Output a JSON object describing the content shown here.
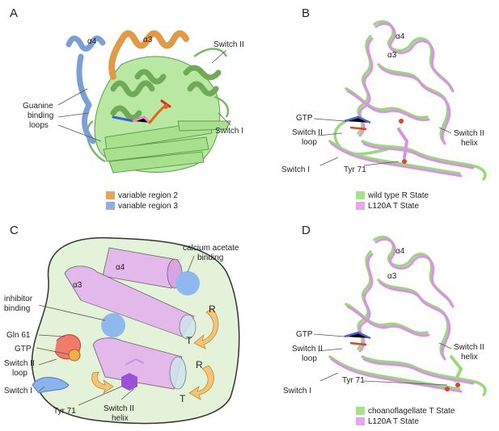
{
  "panels": {
    "a": {
      "letter": "A",
      "labels": {
        "alpha4": "α4",
        "alpha3": "α3",
        "switch2": "Switch II",
        "guanine1": "Guanine",
        "guanine2": "binding",
        "guanine3": "loops",
        "switch1": "Switch I"
      },
      "legend": [
        {
          "label": "variable region 2",
          "color": "#e9a45a"
        },
        {
          "label": "variable region 3",
          "color": "#8fb0e0"
        }
      ]
    },
    "b": {
      "letter": "B",
      "labels": {
        "alpha4": "α4",
        "alpha3": "α3",
        "gtp": "GTP",
        "sw2loop1": "Switch II",
        "sw2loop2": "loop",
        "sw2helix1": "Switch II",
        "sw2helix2": "helix",
        "switch1": "Switch I",
        "tyr": "Tyr 71"
      },
      "legend": [
        {
          "label": "wild type R State",
          "color": "#a8e08e"
        },
        {
          "label": "L120A T State",
          "color": "#e3a9e8"
        }
      ]
    },
    "c": {
      "letter": "C",
      "labels": {
        "calcium1": "calcium acetate",
        "calcium2": "binding",
        "alpha4": "α4",
        "alpha3": "α3",
        "inhib1": "inhibitor",
        "inhib2": "binding",
        "r1": "R",
        "t1": "T",
        "r2": "R",
        "t2": "T",
        "gln": "Gln 61",
        "gtp": "GTP",
        "sw2loop1": "Switch II",
        "sw2loop2": "loop",
        "switch1": "Switch I",
        "tyr": "Tyr 71",
        "sw2helix1": "Switch II",
        "sw2helix2": "helix"
      }
    },
    "d": {
      "letter": "D",
      "labels": {
        "alpha4": "α4",
        "alpha3": "α3",
        "gtp": "GTP",
        "sw2loop1": "Switch II",
        "sw2loop2": "loop",
        "sw2helix1": "Switch II",
        "sw2helix2": "helix",
        "switch1": "Switch I",
        "tyr": "Tyr 71"
      },
      "legend": [
        {
          "label": "choanoflagellate T State",
          "color": "#a8e08e"
        },
        {
          "label": "L120A T State",
          "color": "#e3a9e8"
        }
      ]
    }
  }
}
